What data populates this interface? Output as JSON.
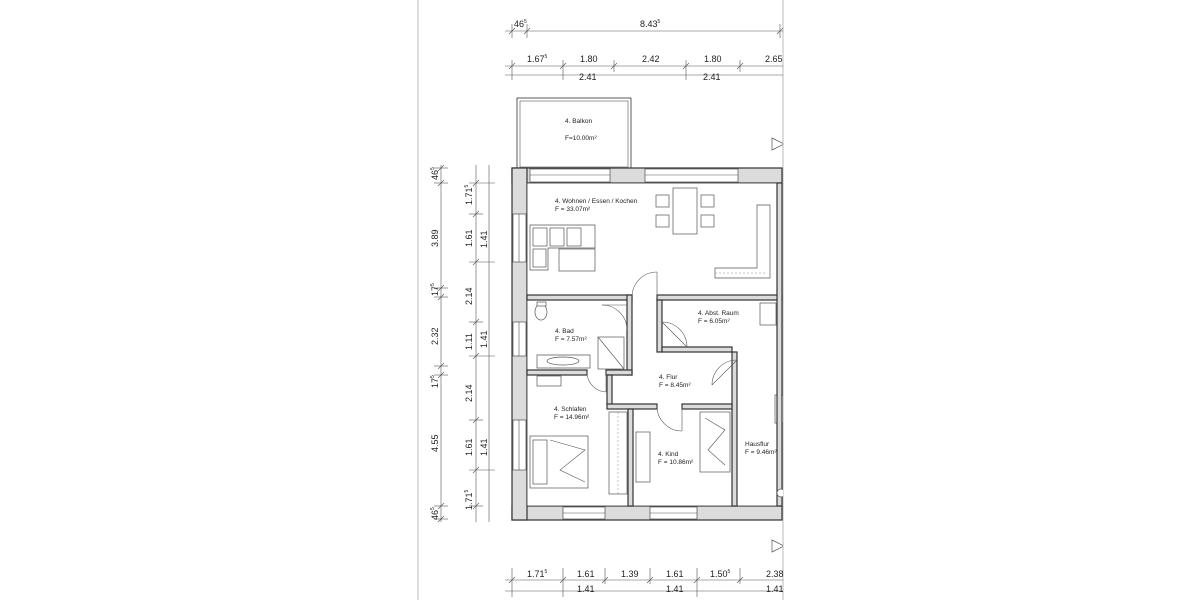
{
  "dimensions": {
    "top_row1": [
      {
        "base": "46",
        "sup": "5"
      },
      {
        "base": "8.43",
        "sup": "5"
      }
    ],
    "top_row2": [
      {
        "base": "1.67",
        "sup": "5"
      },
      {
        "base": "1.80",
        "sup": ""
      },
      {
        "base": "2.42",
        "sup": ""
      },
      {
        "base": "1.80",
        "sup": ""
      },
      {
        "base": "2.65",
        "sup": ""
      }
    ],
    "top_row3": [
      {
        "base": "2.41",
        "sup": ""
      },
      {
        "base": "2.41",
        "sup": ""
      }
    ],
    "left_outer": [
      {
        "base": "46",
        "sup": "5"
      },
      {
        "base": "3.89",
        "sup": ""
      },
      {
        "base": "17",
        "sup": "5"
      },
      {
        "base": "2.32",
        "sup": ""
      },
      {
        "base": "17",
        "sup": "5"
      },
      {
        "base": "4.55",
        "sup": ""
      },
      {
        "base": "46",
        "sup": "5"
      }
    ],
    "left_mid": [
      {
        "base": "1.71",
        "sup": "5"
      },
      {
        "base": "1.61",
        "sup": ""
      },
      {
        "base": "2.14",
        "sup": ""
      },
      {
        "base": "1.11",
        "sup": ""
      },
      {
        "base": "2.14",
        "sup": ""
      },
      {
        "base": "1.61",
        "sup": ""
      },
      {
        "base": "1.71",
        "sup": "5"
      }
    ],
    "left_inner": [
      {
        "base": "1.41",
        "sup": ""
      },
      {
        "base": "1.41",
        "sup": ""
      },
      {
        "base": "1.41",
        "sup": ""
      }
    ],
    "bottom_row1": [
      {
        "base": "1.71",
        "sup": "5"
      },
      {
        "base": "1.61",
        "sup": ""
      },
      {
        "base": "1.39",
        "sup": ""
      },
      {
        "base": "1.61",
        "sup": ""
      },
      {
        "base": "1.50",
        "sup": "5"
      },
      {
        "base": "2.38",
        "sup": ""
      }
    ],
    "bottom_row2": [
      {
        "base": "1.41",
        "sup": ""
      },
      {
        "base": "1.41",
        "sup": ""
      },
      {
        "base": "1.41",
        "sup": ""
      }
    ]
  },
  "rooms": [
    {
      "name": "4. Balkon",
      "area": "F=10.00m²"
    },
    {
      "name": "4. Wohnen / Essen / Kochen",
      "area": "F = 33.07m²"
    },
    {
      "name": "4. Bad",
      "area": "F = 7.57m²"
    },
    {
      "name": "4. Abst. Raum",
      "area": "F = 6.05m²"
    },
    {
      "name": "4. Flur",
      "area": "F = 8.45m²"
    },
    {
      "name": "4. Schlafen",
      "area": "F = 14.96m²"
    },
    {
      "name": "4. Kind",
      "area": "F = 10.86m²"
    },
    {
      "name": "Hausflur",
      "area": "F = 9.46m²"
    }
  ]
}
